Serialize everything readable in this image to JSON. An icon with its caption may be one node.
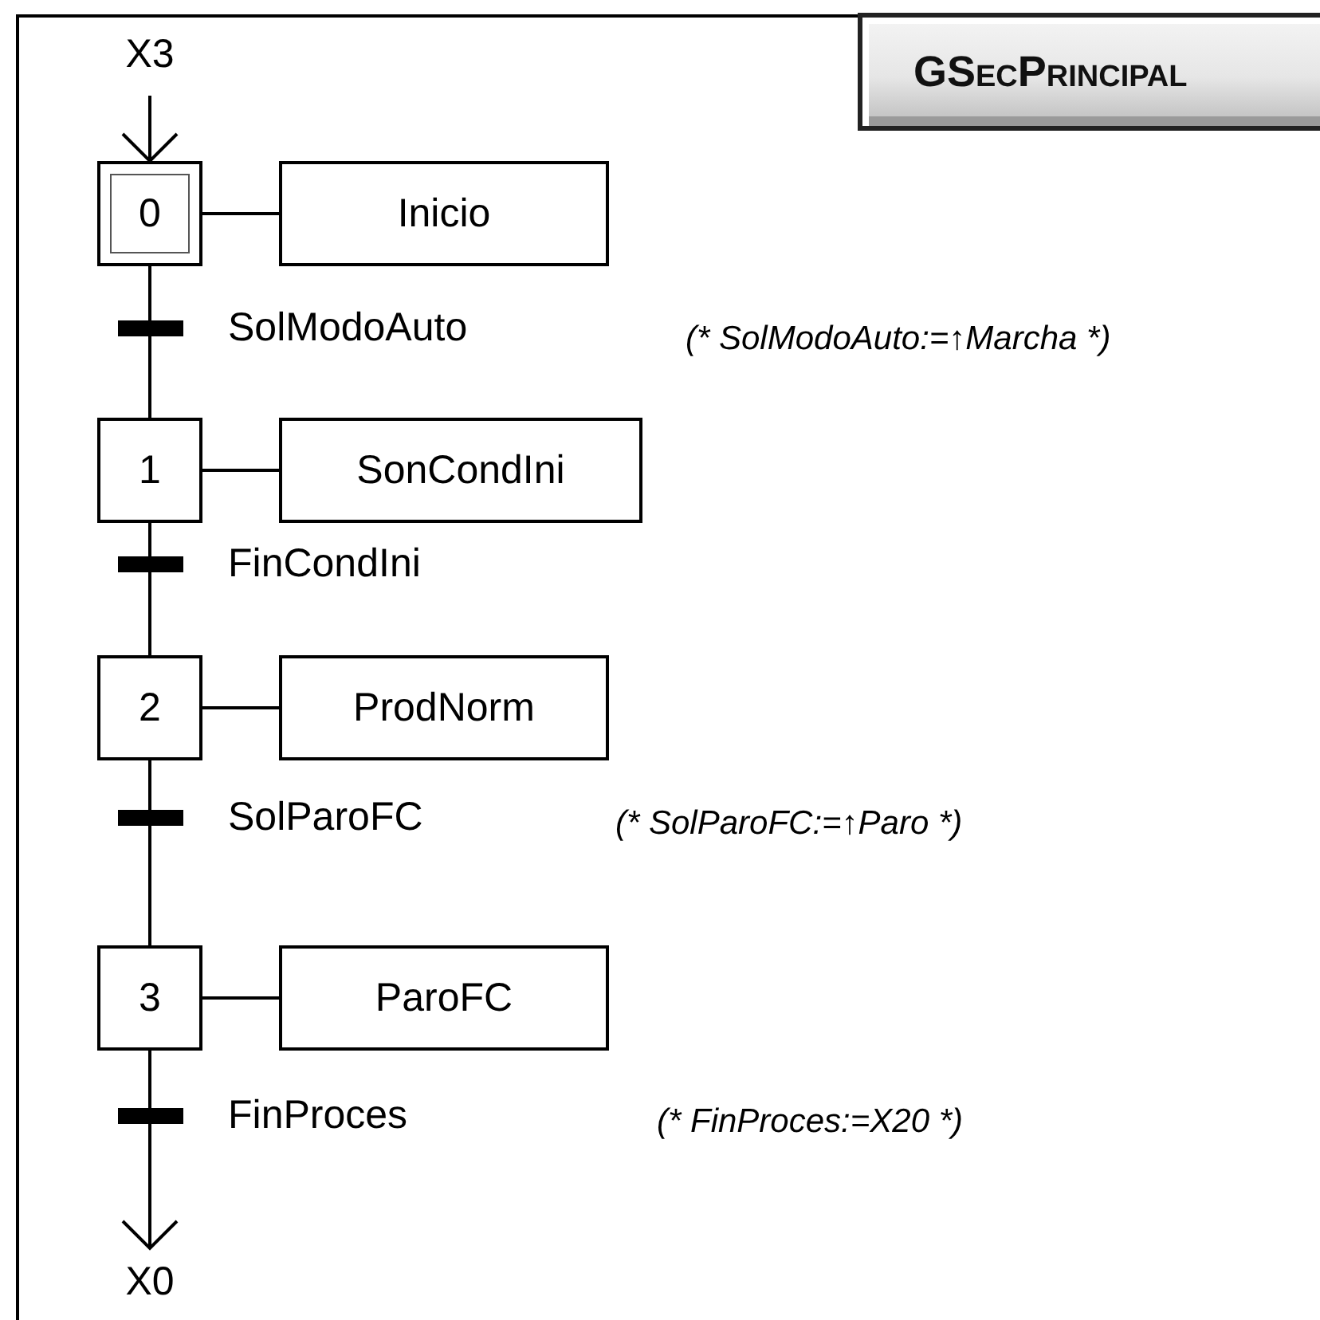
{
  "diagram": {
    "title": "GSecPrincipal",
    "nodes": [
      {
        "text": [
          "X3"
        ]
      },
      {
        "text": [
          "0"
        ]
      },
      {
        "text": [
          "Inicio"
        ]
      },
      {
        "text": [
          "1"
        ]
      },
      {
        "text": [
          "SonCondIni"
        ]
      },
      {
        "text": [
          "2"
        ]
      },
      {
        "text": [
          "ProdNorm"
        ]
      },
      {
        "text": [
          "3"
        ]
      },
      {
        "text": [
          "ParoFC"
        ]
      },
      {
        "text": [
          "X0"
        ]
      }
    ],
    "edges": [
      {
        "from": 0,
        "to": 1,
        "arrow": "to"
      },
      {
        "from": 1,
        "to": 2,
        "arrow": "none"
      },
      {
        "from": 1,
        "to": 3,
        "arrow": "none",
        "label": "SolModoAuto"
      },
      {
        "from": 3,
        "to": 4,
        "arrow": "none"
      },
      {
        "from": 3,
        "to": 5,
        "arrow": "none",
        "label": "FinCondIni"
      },
      {
        "from": 5,
        "to": 6,
        "arrow": "none"
      },
      {
        "from": 5,
        "to": 7,
        "arrow": "none",
        "label": "SolParoFC"
      },
      {
        "from": 7,
        "to": 8,
        "arrow": "none"
      },
      {
        "from": 7,
        "to": 9,
        "arrow": "to",
        "label": "FinProces"
      }
    ],
    "labels": [
      "(* SolModoAuto:=↑Marcha *)",
      "(* SolParoFC:=↑Paro *)",
      "(* FinProces:=X20 *)"
    ]
  }
}
